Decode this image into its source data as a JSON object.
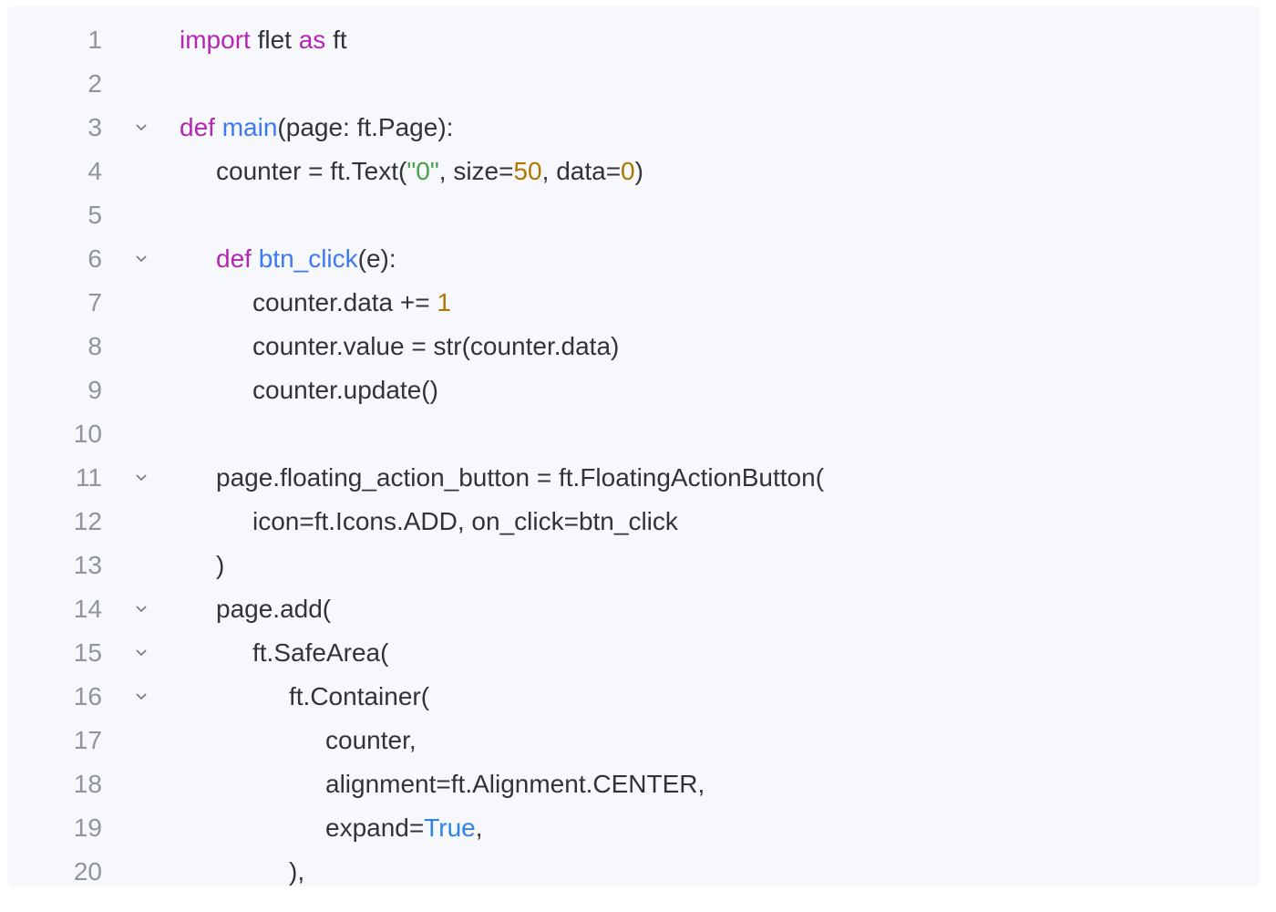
{
  "page": {
    "background": "#ffffff"
  },
  "editor": {
    "background": "#f7f8fb",
    "language": "python",
    "colors": {
      "plain": "#30343a",
      "keyword": "#b426b4",
      "function": "#3c79f2",
      "string": "#46a14b",
      "number": "#b07600",
      "boolean": "#2d84e8",
      "line_number": "#8f949e",
      "chevron": "#777d87"
    },
    "lines": [
      {
        "number": "1",
        "fold": false,
        "indent": 0,
        "tokens": [
          [
            "keyword",
            "import"
          ],
          [
            "plain",
            " flet "
          ],
          [
            "keyword",
            "as"
          ],
          [
            "plain",
            " ft"
          ]
        ]
      },
      {
        "number": "2",
        "fold": false,
        "indent": 0,
        "tokens": []
      },
      {
        "number": "3",
        "fold": true,
        "indent": 0,
        "tokens": [
          [
            "keyword",
            "def"
          ],
          [
            "plain",
            " "
          ],
          [
            "function",
            "main"
          ],
          [
            "plain",
            "(page: ft.Page):"
          ]
        ]
      },
      {
        "number": "4",
        "fold": false,
        "indent": 1,
        "tokens": [
          [
            "plain",
            "counter = ft.Text("
          ],
          [
            "string",
            "\"0\""
          ],
          [
            "plain",
            ", size="
          ],
          [
            "number",
            "50"
          ],
          [
            "plain",
            ", data="
          ],
          [
            "number",
            "0"
          ],
          [
            "plain",
            ")"
          ]
        ]
      },
      {
        "number": "5",
        "fold": false,
        "indent": 0,
        "tokens": []
      },
      {
        "number": "6",
        "fold": true,
        "indent": 1,
        "tokens": [
          [
            "keyword",
            "def"
          ],
          [
            "plain",
            " "
          ],
          [
            "function",
            "btn_click"
          ],
          [
            "plain",
            "(e):"
          ]
        ]
      },
      {
        "number": "7",
        "fold": false,
        "indent": 2,
        "tokens": [
          [
            "plain",
            "counter.data += "
          ],
          [
            "number",
            "1"
          ]
        ]
      },
      {
        "number": "8",
        "fold": false,
        "indent": 2,
        "tokens": [
          [
            "plain",
            "counter.value = str(counter.data)"
          ]
        ]
      },
      {
        "number": "9",
        "fold": false,
        "indent": 2,
        "tokens": [
          [
            "plain",
            "counter.update()"
          ]
        ]
      },
      {
        "number": "10",
        "fold": false,
        "indent": 0,
        "tokens": []
      },
      {
        "number": "11",
        "fold": true,
        "indent": 1,
        "tokens": [
          [
            "plain",
            "page.floating_action_button = ft.FloatingActionButton("
          ]
        ]
      },
      {
        "number": "12",
        "fold": false,
        "indent": 2,
        "tokens": [
          [
            "plain",
            "icon=ft.Icons.ADD, on_click=btn_click"
          ]
        ]
      },
      {
        "number": "13",
        "fold": false,
        "indent": 1,
        "tokens": [
          [
            "plain",
            ")"
          ]
        ]
      },
      {
        "number": "14",
        "fold": true,
        "indent": 1,
        "tokens": [
          [
            "plain",
            "page.add("
          ]
        ]
      },
      {
        "number": "15",
        "fold": true,
        "indent": 2,
        "tokens": [
          [
            "plain",
            "ft.SafeArea("
          ]
        ]
      },
      {
        "number": "16",
        "fold": true,
        "indent": 3,
        "tokens": [
          [
            "plain",
            "ft.Container("
          ]
        ]
      },
      {
        "number": "17",
        "fold": false,
        "indent": 4,
        "tokens": [
          [
            "plain",
            "counter,"
          ]
        ]
      },
      {
        "number": "18",
        "fold": false,
        "indent": 4,
        "tokens": [
          [
            "plain",
            "alignment=ft.Alignment.CENTER,"
          ]
        ]
      },
      {
        "number": "19",
        "fold": false,
        "indent": 4,
        "tokens": [
          [
            "plain",
            "expand="
          ],
          [
            "boolean",
            "True"
          ],
          [
            "plain",
            ","
          ]
        ]
      },
      {
        "number": "20",
        "fold": false,
        "indent": 3,
        "tokens": [
          [
            "plain",
            "),"
          ]
        ]
      }
    ]
  }
}
